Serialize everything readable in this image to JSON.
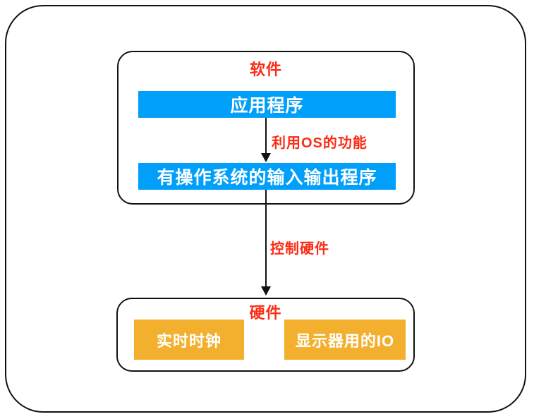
{
  "diagram": {
    "software_section": {
      "title": "软件",
      "application_bar": "应用程序",
      "os_io_bar": "有操作系统的输入输出程序",
      "arrow_label": "利用OS的功能"
    },
    "control_arrow_label": "控制硬件",
    "hardware_section": {
      "title": "硬件",
      "realtime_clock_chip": "实时时钟",
      "display_io_chip": "显示器用的IO"
    },
    "colors": {
      "bar_blue": "#00A0FA",
      "chip_orange": "#F3B02F",
      "label_red": "#FB2D16",
      "line_black": "#111111"
    }
  }
}
